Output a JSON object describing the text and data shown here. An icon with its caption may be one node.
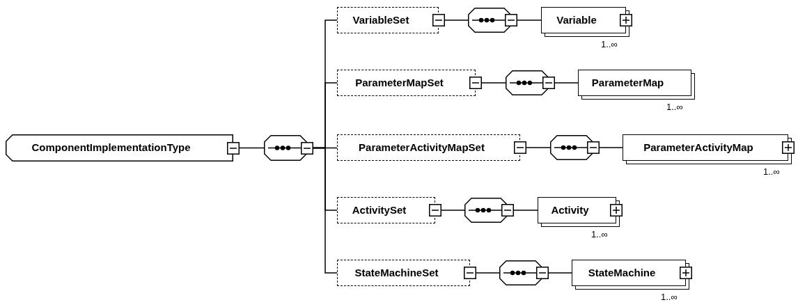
{
  "diagram": {
    "nodes": [
      {
        "text": [
          "ComponentImplementationType"
        ]
      },
      {
        "text": [],
        "shape": "octagon"
      },
      {
        "text": [
          "VariableSet"
        ]
      },
      {
        "text": [],
        "shape": "octagon"
      },
      {
        "text": [
          "Variable"
        ],
        "beside": [
          "1..∞"
        ]
      },
      {
        "text": [
          "ParameterMapSet"
        ]
      },
      {
        "text": [],
        "shape": "octagon"
      },
      {
        "text": [
          "ParameterMap"
        ],
        "beside": [
          "1..∞"
        ]
      },
      {
        "text": [
          "ParameterActivityMapSet"
        ]
      },
      {
        "text": [],
        "shape": "octagon"
      },
      {
        "text": [
          "ParameterActivityMap"
        ],
        "beside": [
          "1..∞"
        ]
      },
      {
        "text": [
          "ActivitySet"
        ]
      },
      {
        "text": [],
        "shape": "octagon"
      },
      {
        "text": [
          "Activity"
        ],
        "beside": [
          "1..∞"
        ]
      },
      {
        "text": [
          "StateMachineSet"
        ]
      },
      {
        "text": [],
        "shape": "octagon"
      },
      {
        "text": [
          "StateMachine"
        ],
        "beside": [
          "1..∞"
        ]
      }
    ],
    "edges": [
      {
        "from": 0,
        "to": 1,
        "arrow": "none"
      },
      {
        "from": 1,
        "to": 2,
        "arrow": "none"
      },
      {
        "from": 1,
        "to": 5,
        "arrow": "none"
      },
      {
        "from": 1,
        "to": 8,
        "arrow": "none"
      },
      {
        "from": 1,
        "to": 11,
        "arrow": "none"
      },
      {
        "from": 1,
        "to": 14,
        "arrow": "none"
      },
      {
        "from": 2,
        "to": 3,
        "arrow": "none"
      },
      {
        "from": 3,
        "to": 4,
        "arrow": "none"
      },
      {
        "from": 5,
        "to": 6,
        "arrow": "none"
      },
      {
        "from": 6,
        "to": 7,
        "arrow": "none"
      },
      {
        "from": 8,
        "to": 9,
        "arrow": "none"
      },
      {
        "from": 9,
        "to": 10,
        "arrow": "none"
      },
      {
        "from": 11,
        "to": 12,
        "arrow": "none"
      },
      {
        "from": 12,
        "to": 13,
        "arrow": "none"
      },
      {
        "from": 14,
        "to": 15,
        "arrow": "none"
      },
      {
        "from": 15,
        "to": 16,
        "arrow": "none"
      }
    ]
  }
}
